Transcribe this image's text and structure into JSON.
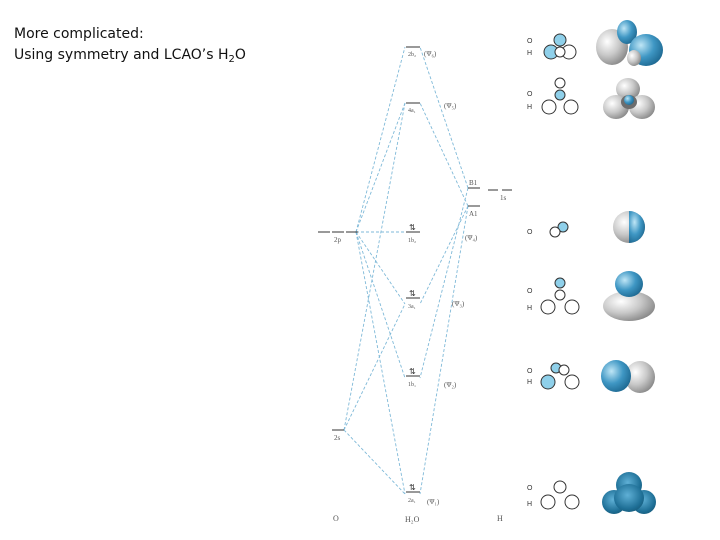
{
  "title": {
    "line1": "More complicated:",
    "line2_prefix": "Using symmetry and LCAO’s  H",
    "line2_sub": "2",
    "line2_suffix": "O"
  },
  "columns": {
    "left": "O",
    "center": "H₂O",
    "right": "H"
  },
  "oxygen_levels": [
    {
      "label": "2p"
    },
    {
      "label": "2s"
    }
  ],
  "hydrogen_levels": [
    {
      "upper": "B1",
      "lower": "A1",
      "extra": "1s"
    }
  ],
  "mo_levels": [
    {
      "sym": "2b₂",
      "psi": "(Ψ₆)",
      "occupied": false
    },
    {
      "sym": "4a₁",
      "psi": "(Ψ₅)",
      "occupied": false
    },
    {
      "sym": "1b₂",
      "psi": "(Ψ₄)",
      "occupied": true
    },
    {
      "sym": "3a₁",
      "psi": "(Ψ₃)",
      "occupied": true
    },
    {
      "sym": "1b₁",
      "psi": "(Ψ₂)",
      "occupied": true
    },
    {
      "sym": "2a₁",
      "psi": "(Ψ₁)",
      "occupied": true
    }
  ],
  "orbital_rows_oh": [
    {
      "o": "O",
      "h": "H"
    },
    {
      "o": "O",
      "h": "H"
    },
    {
      "o": "O",
      "h": ""
    },
    {
      "o": "O",
      "h": "H"
    },
    {
      "o": "O",
      "h": "H"
    },
    {
      "o": "O",
      "h": "H"
    }
  ],
  "colors": {
    "line": "#7fb9d8",
    "level": "#333333",
    "lobe_blue": "#3f97c4",
    "lobe_gray": "#a9a9a9",
    "circle_fill": "#8fd0ea"
  }
}
